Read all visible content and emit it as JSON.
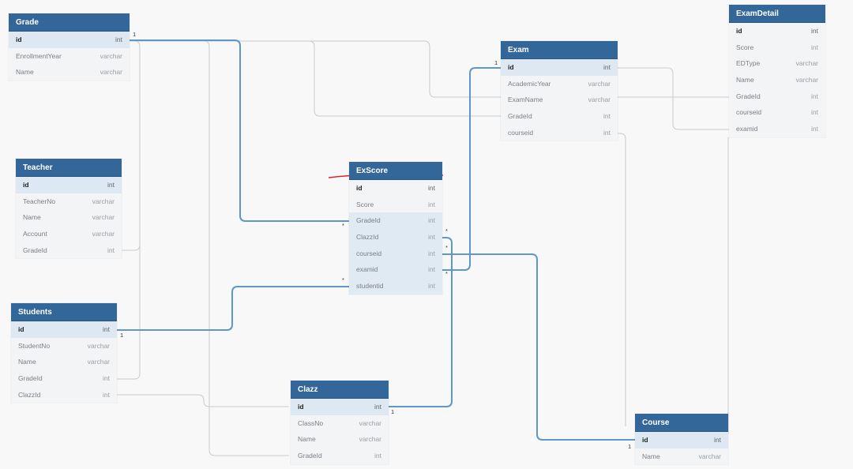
{
  "colors": {
    "header": "#336699",
    "pk_row": "#dde8f2",
    "relation_line": "#5e97c8",
    "reference_line": "#c8cacd",
    "annotation": "#e02020"
  },
  "entities": {
    "grade": {
      "name": "Grade",
      "fields": [
        {
          "name": "id",
          "type": "int"
        },
        {
          "name": "EnrollmentYear",
          "type": "varchar"
        },
        {
          "name": "Name",
          "type": "varchar"
        }
      ]
    },
    "teacher": {
      "name": "Teacher",
      "fields": [
        {
          "name": "id",
          "type": "int"
        },
        {
          "name": "TeacherNo",
          "type": "varchar"
        },
        {
          "name": "Name",
          "type": "varchar"
        },
        {
          "name": "Account",
          "type": "varchar"
        },
        {
          "name": "GradeId",
          "type": "int"
        }
      ]
    },
    "students": {
      "name": "Students",
      "fields": [
        {
          "name": "id",
          "type": "int"
        },
        {
          "name": "StudentNo",
          "type": "varchar"
        },
        {
          "name": "Name",
          "type": "varchar"
        },
        {
          "name": "GradeId",
          "type": "int"
        },
        {
          "name": "ClazzId",
          "type": "int"
        }
      ]
    },
    "exscore": {
      "name": "ExScore",
      "fields": [
        {
          "name": "id",
          "type": "int"
        },
        {
          "name": "Score",
          "type": "int"
        },
        {
          "name": "GradeId",
          "type": "int"
        },
        {
          "name": "ClazzId",
          "type": "int"
        },
        {
          "name": "courseid",
          "type": "int"
        },
        {
          "name": "examid",
          "type": "int"
        },
        {
          "name": "studentid",
          "type": "int"
        }
      ]
    },
    "exam": {
      "name": "Exam",
      "fields": [
        {
          "name": "id",
          "type": "int"
        },
        {
          "name": "AcademicYear",
          "type": "varchar"
        },
        {
          "name": "ExamName",
          "type": "varchar"
        },
        {
          "name": "GradeId",
          "type": "int"
        },
        {
          "name": "courseid",
          "type": "int"
        }
      ]
    },
    "examdetail": {
      "name": "ExamDetail",
      "fields": [
        {
          "name": "id",
          "type": "int"
        },
        {
          "name": "Score",
          "type": "int"
        },
        {
          "name": "EDType",
          "type": "varchar"
        },
        {
          "name": "Name",
          "type": "varchar"
        },
        {
          "name": "GradeId",
          "type": "int"
        },
        {
          "name": "courseid",
          "type": "int"
        },
        {
          "name": "examid",
          "type": "int"
        }
      ]
    },
    "clazz": {
      "name": "Clazz",
      "fields": [
        {
          "name": "id",
          "type": "int"
        },
        {
          "name": "ClassNo",
          "type": "varchar"
        },
        {
          "name": "Name",
          "type": "varchar"
        },
        {
          "name": "GradeId",
          "type": "int"
        }
      ]
    },
    "course": {
      "name": "Course",
      "fields": [
        {
          "name": "id",
          "type": "int"
        },
        {
          "name": "Name",
          "type": "varchar"
        }
      ]
    }
  },
  "cardinality": {
    "one": "1",
    "many": "*"
  }
}
